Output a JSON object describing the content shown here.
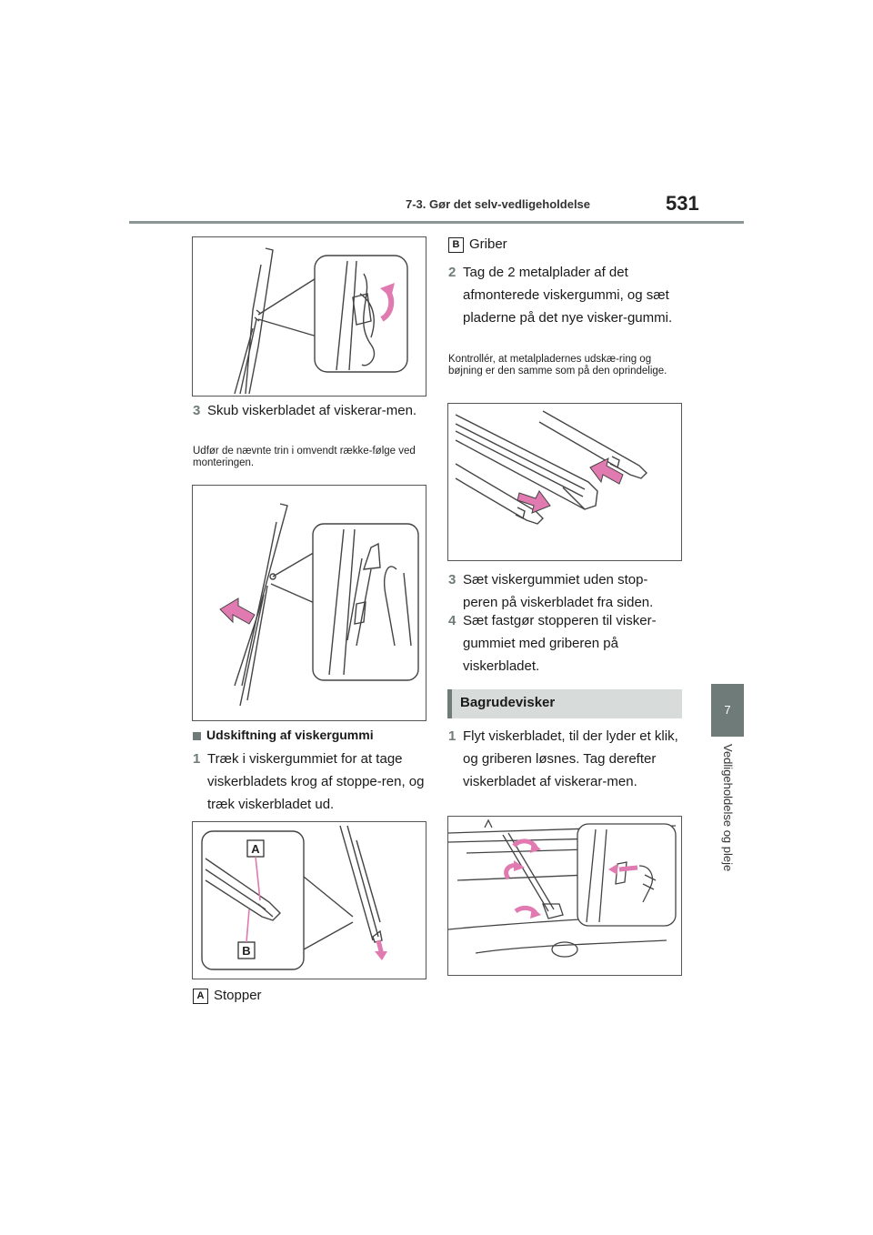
{
  "header": {
    "section_title": "7-3. Gør det selv-vedligeholdelse",
    "page_number": "531"
  },
  "side_tab": {
    "chapter_number": "7",
    "chapter_title": "Vedligeholdelse og pleje"
  },
  "left_column": {
    "step3": {
      "number": "3",
      "text": "Skub viskerbladet af viskerar-men."
    },
    "note_reinstall": "Udfør de nævnte trin i omvendt række-følge ved monteringen.",
    "subheading": "Udskiftning af viskergummi",
    "step1": {
      "number": "1",
      "text": "Træk i viskergummiet for at tage viskerbladets krog af stoppe-ren, og træk viskerbladet ud."
    },
    "figure3_labels": {
      "a": "A",
      "b": "B"
    },
    "legend_a": {
      "label": "A",
      "text": "Stopper"
    }
  },
  "right_column": {
    "legend_b": {
      "label": "B",
      "text": "Griber"
    },
    "step2": {
      "number": "2",
      "text": "Tag de 2 metalplader af det afmonterede viskergummi, og sæt pladerne på det nye visker-gummi."
    },
    "note_check": "Kontrollér, at metalpladernes udskæ-ring og bøjning er den samme som på den oprindelige.",
    "step3": {
      "number": "3",
      "text": "Sæt viskergummiet uden stop-peren på viskerbladet fra siden."
    },
    "step4": {
      "number": "4",
      "text": "Sæt fastgør stopperen til visker-gummiet med griberen på viskerbladet."
    },
    "section_title": "Bagrudevisker",
    "rear_step1": {
      "number": "1",
      "text": "Flyt viskerbladet, til der lyder et klik, og griberen løsnes. Tag derefter viskerbladet af viskerar-men."
    }
  },
  "colors": {
    "accent": "#6f7b79",
    "arrow_pink": "#e07ab0",
    "section_bg": "#d7dcdb"
  }
}
